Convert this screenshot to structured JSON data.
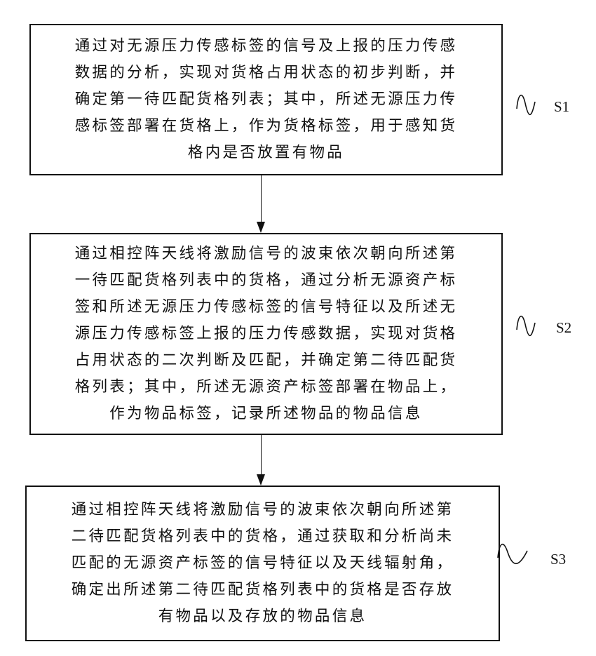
{
  "diagram": {
    "type": "flowchart",
    "steps": [
      {
        "id": "S1",
        "label": "S1",
        "lines": [
          "通过对无源压力传感标签的信号及上报的压力传感",
          "数据的分析，实现对货格占用状态的初步判断，并",
          "确定第一待匹配货格列表；其中，所述无源压力传",
          "感标签部署在货格上，作为货格标签，用于感知货",
          "格内是否放置有物品"
        ]
      },
      {
        "id": "S2",
        "label": "S2",
        "lines": [
          "通过相控阵天线将激励信号的波束依次朝向所述第",
          "一待匹配货格列表中的货格，通过分析无源资产标",
          "签和所述无源压力传感标签的信号特征以及所述无",
          "源压力传感标签上报的压力传感数据，实现对货格",
          "占用状态的二次判断及匹配，并确定第二待匹配货",
          "格列表；其中，所述无源资产标签部署在物品上，",
          "作为物品标签，记录所述物品的物品信息"
        ]
      },
      {
        "id": "S3",
        "label": "S3",
        "lines": [
          "通过相控阵天线将激励信号的波束依次朝向所述第",
          "二待匹配货格列表中的货格，通过获取和分析尚未",
          "匹配的无源资产标签的信号特征以及天线辐射角，",
          "确定出所述第二待匹配货格列表中的货格是否存放",
          "有物品以及存放的物品信息"
        ]
      }
    ],
    "connections": [
      {
        "from": "S1",
        "to": "S2"
      },
      {
        "from": "S2",
        "to": "S3"
      }
    ],
    "colors": {
      "stroke": "#111111",
      "background": "#ffffff"
    }
  }
}
